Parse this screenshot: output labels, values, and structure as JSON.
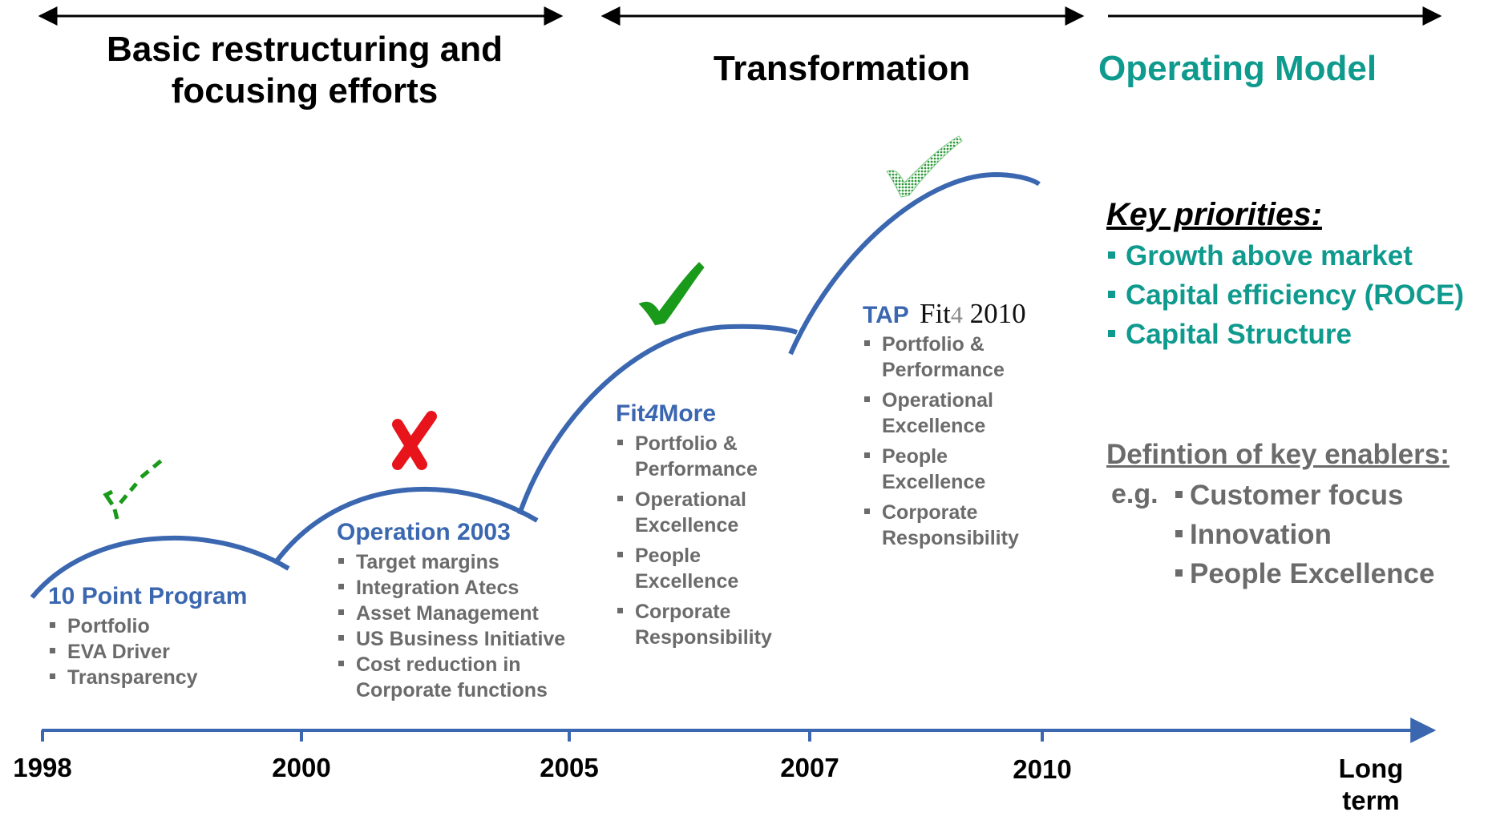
{
  "phases": {
    "basic": "Basic restructuring and focusing efforts",
    "transformation": "Transformation",
    "operating_model": "Operating Model"
  },
  "timeline": {
    "years": [
      "1998",
      "2000",
      "2005",
      "2007",
      "2010"
    ],
    "long_term": "Long term"
  },
  "programs": [
    {
      "title": "10 Point Program",
      "status": "partial-dashed-check",
      "items": [
        "Portfolio",
        "EVA Driver",
        "Transparency"
      ]
    },
    {
      "title": "Operation 2003",
      "status": "red-cross",
      "items": [
        "Target margins",
        "Integration Atecs",
        "Asset Management",
        "US Business Initiative",
        "Cost reduction in Corporate functions"
      ]
    },
    {
      "title_prefix": "Fit",
      "title_number": "4",
      "title_suffix": "More",
      "status": "green-check",
      "items": [
        "Portfolio & Performance",
        "Operational Excellence",
        "People Excellence",
        "Corporate Responsibility"
      ]
    },
    {
      "title": "TAP",
      "logo_text_a": "Fit",
      "logo_text_b": "4",
      "logo_text_c": "2010",
      "status": "dotted-green-check",
      "items": [
        "Portfolio & Performance",
        "Operational Excellence",
        "People Excellence",
        "Corporate Responsibility"
      ]
    }
  ],
  "key_priorities": {
    "title": "Key priorities:",
    "items": [
      "Growth above market",
      "Capital efficiency (ROCE)",
      "Capital Structure"
    ]
  },
  "enablers": {
    "title": "Defintion of key enablers:",
    "eg": "e.g.",
    "items": [
      "Customer focus",
      "Innovation",
      "People Excellence"
    ]
  },
  "colors": {
    "arc_blue": "#3b67b0",
    "teal": "#0f9a8e",
    "gray_text": "#6b6b6b",
    "check_green": "#1a9a1a",
    "cross_red": "#e8141c"
  }
}
